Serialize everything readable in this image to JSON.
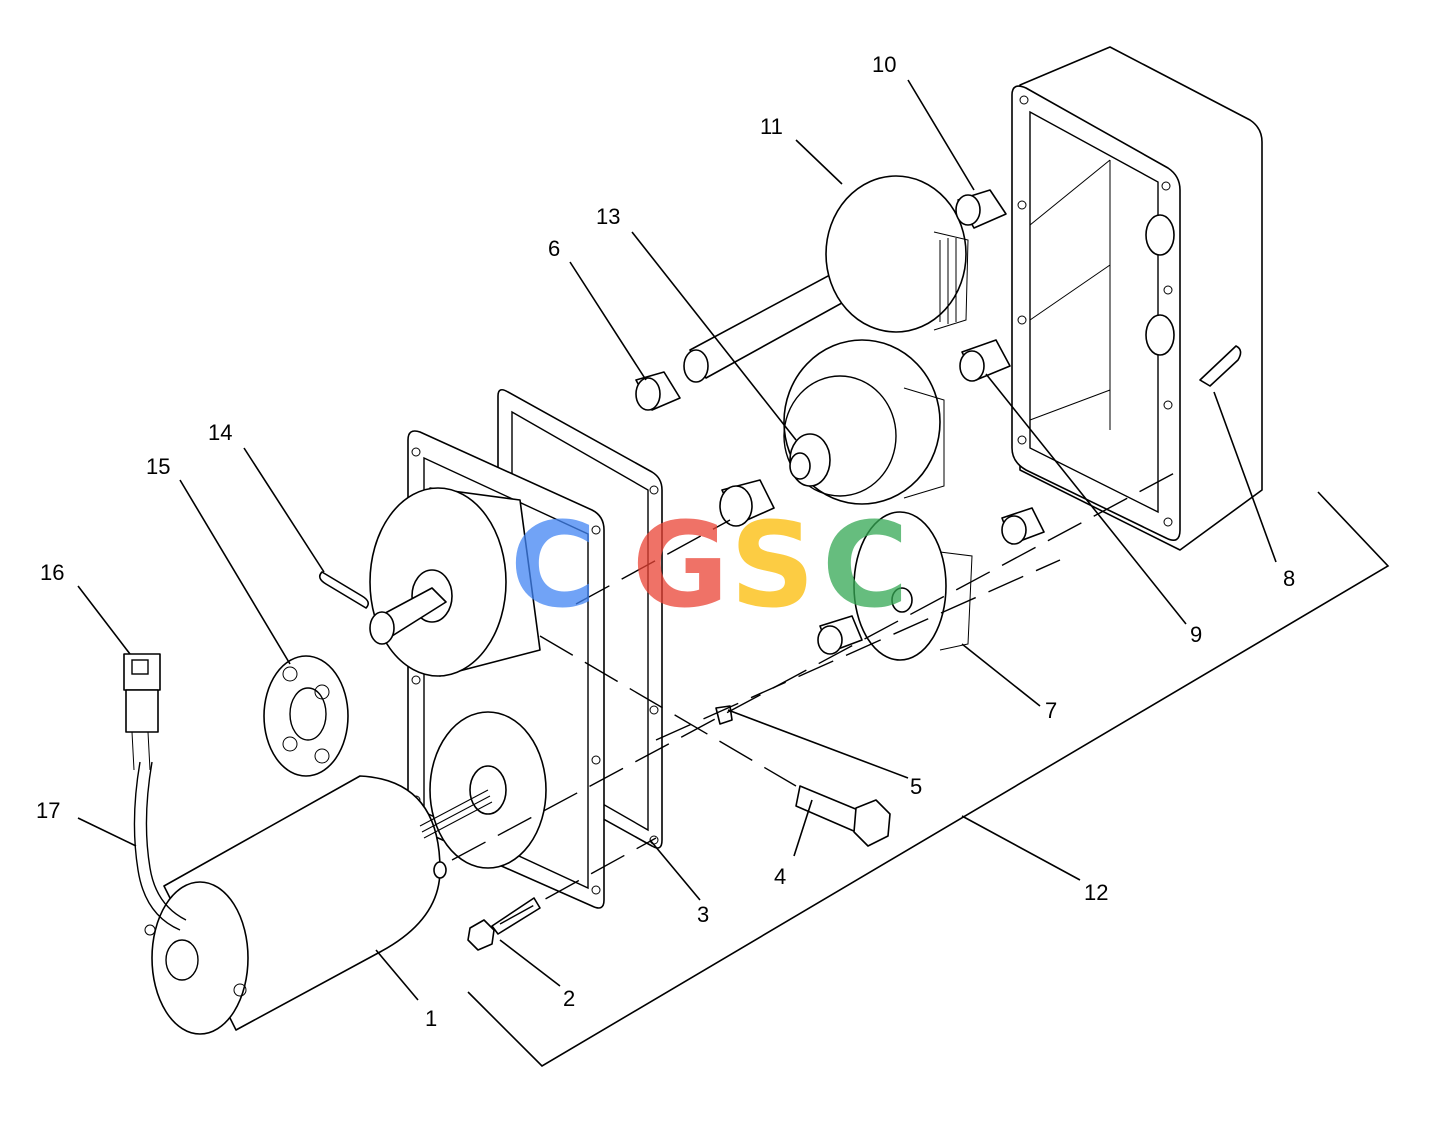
{
  "callouts": {
    "c1": "1",
    "c2": "2",
    "c3": "3",
    "c4": "4",
    "c5": "5",
    "c6": "6",
    "c7": "7",
    "c8": "8",
    "c9": "9",
    "c10": "10",
    "c11": "11",
    "c12": "12",
    "c13": "13",
    "c14": "14",
    "c15": "15",
    "c16": "16",
    "c17": "17"
  },
  "watermark": {
    "letters": [
      "C",
      "G",
      "S",
      "C"
    ],
    "colors": [
      "#4285f4",
      "#ea4335",
      "#fbbc05",
      "#34a853"
    ]
  },
  "icons": {
    "motor": "motor-icon",
    "connector": "connector-icon",
    "gear": "gear-icon",
    "bolt": "bolt-icon",
    "housing": "gearbox-housing-icon"
  }
}
